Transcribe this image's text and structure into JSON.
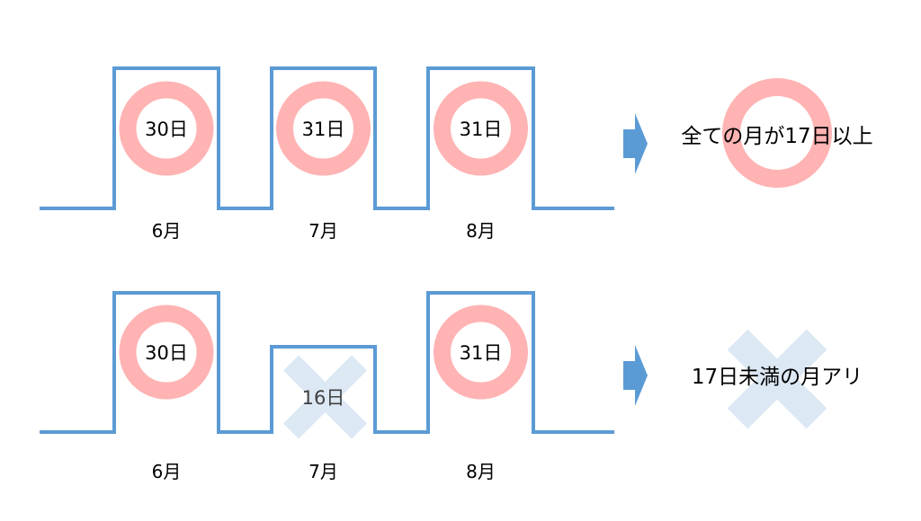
{
  "colors": {
    "wave": "#5b9bd5",
    "ok_ring": "#ffb3b3",
    "ng_cross": "#dce8f4",
    "arrow": "#5b9bd5",
    "text": "#000000",
    "muted_text": "#404040"
  },
  "icons": {
    "ok": "circle-icon",
    "ng": "cross-icon",
    "arrow": "arrow-right-icon"
  },
  "rows": [
    {
      "months": [
        {
          "month": "6月",
          "days": "30日",
          "status": "ok",
          "level": "high"
        },
        {
          "month": "7月",
          "days": "31日",
          "status": "ok",
          "level": "high"
        },
        {
          "month": "8月",
          "days": "31日",
          "status": "ok",
          "level": "high"
        }
      ],
      "result": {
        "text": "全ての月が17日以上",
        "status": "ok"
      }
    },
    {
      "months": [
        {
          "month": "6月",
          "days": "30日",
          "status": "ok",
          "level": "high"
        },
        {
          "month": "7月",
          "days": "16日",
          "status": "ng",
          "level": "low"
        },
        {
          "month": "8月",
          "days": "31日",
          "status": "ok",
          "level": "high"
        }
      ],
      "result": {
        "text": "17日未満の月アリ",
        "status": "ng"
      }
    }
  ]
}
